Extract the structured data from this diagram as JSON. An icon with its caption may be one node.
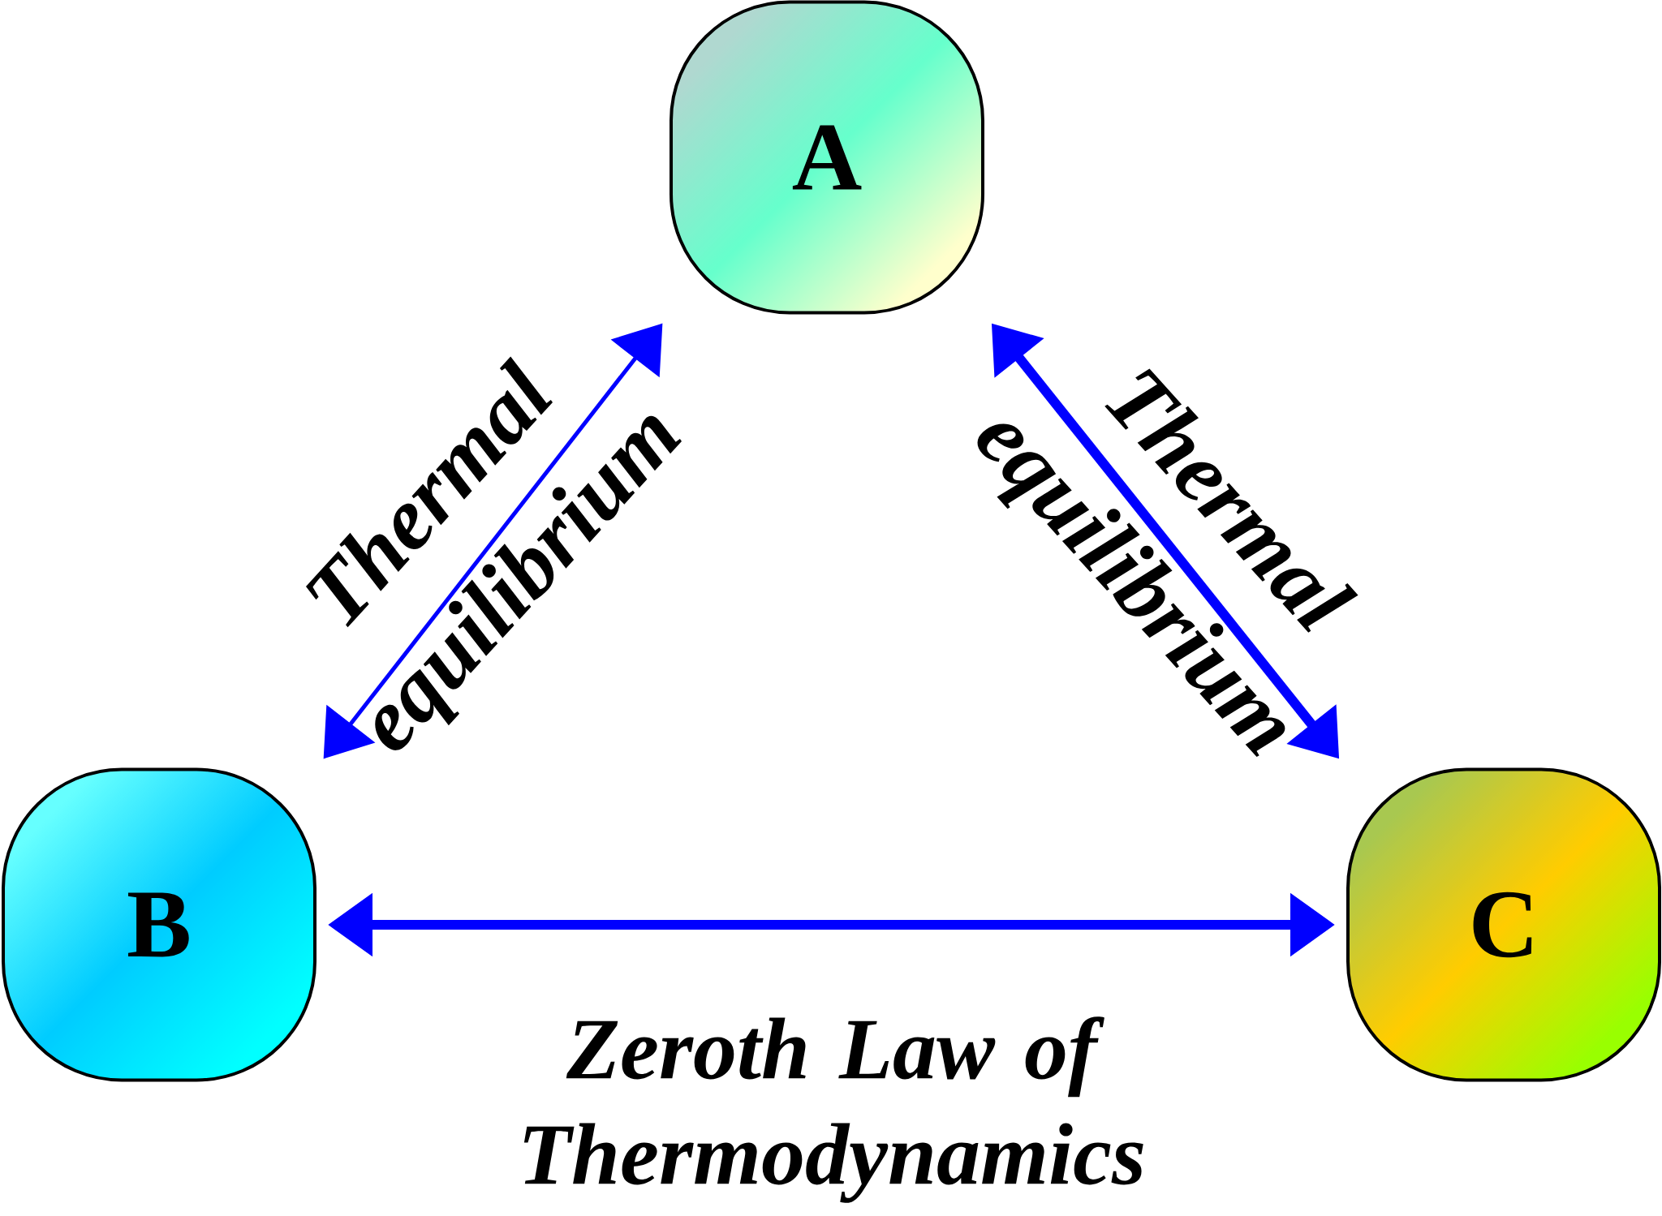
{
  "diagram": {
    "caption": "Zeroth Law of Thermodynamics",
    "nodes": [
      {
        "text": [
          "A"
        ]
      },
      {
        "text": [
          "B"
        ]
      },
      {
        "text": [
          "C"
        ]
      }
    ],
    "edges": [
      {
        "from": 0,
        "to": 1,
        "arrow": "both",
        "label": "Thermal equilibrium"
      },
      {
        "from": 0,
        "to": 2,
        "arrow": "both",
        "label": "Thermal equilibrium"
      },
      {
        "from": 1,
        "to": 2,
        "arrow": "both"
      }
    ]
  }
}
